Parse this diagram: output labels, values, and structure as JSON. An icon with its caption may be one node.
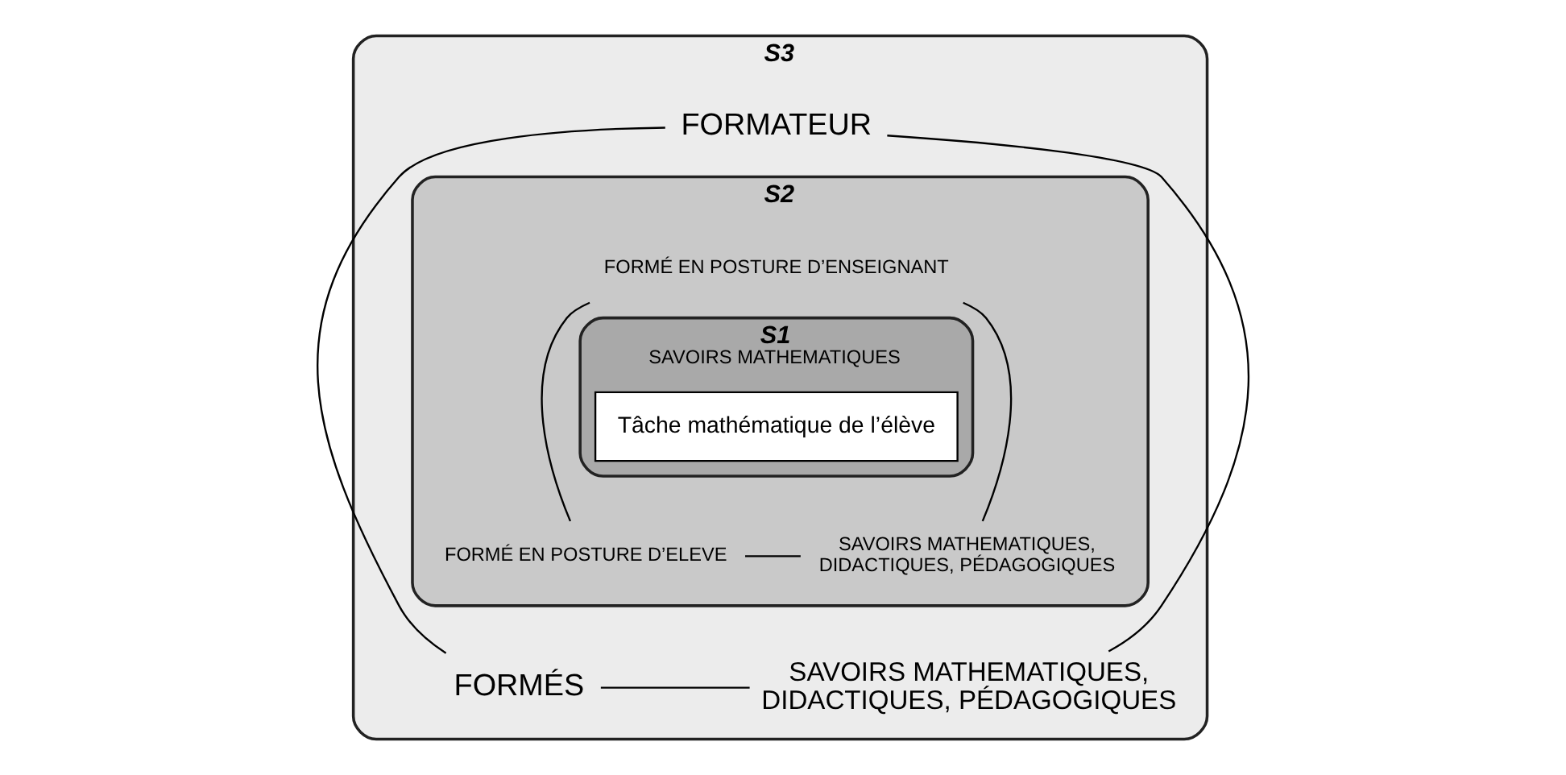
{
  "diagram": {
    "nodes": [
      {
        "text": [
          "S3"
        ]
      },
      {
        "text": [
          "FORMATEUR"
        ],
        "in": 0
      },
      {
        "text": [
          "S2"
        ],
        "in": 0
      },
      {
        "text": [
          "FORMÉ EN POSTURE D’ENSEIGNANT"
        ],
        "in": 2
      },
      {
        "text": [
          "S1",
          "SAVOIRS MATHEMATIQUES"
        ],
        "in": 2
      },
      {
        "text": [
          "Tâche mathématique de l’élève"
        ],
        "in": 4
      },
      {
        "text": [
          "FORMÉ EN POSTURE D’ELEVE"
        ],
        "in": 2
      },
      {
        "text": [
          "SAVOIRS MATHEMATIQUES, DIDACTIQUES, PÉDAGOGIQUES"
        ],
        "in": 2
      },
      {
        "text": [
          "FORMÉS"
        ],
        "in": 0
      },
      {
        "text": [
          "SAVOIRS MATHEMATIQUES, DIDACTIQUES, PÉDAGOGIQUES"
        ],
        "in": 0
      }
    ],
    "edges": [
      {
        "from": 1,
        "to": 8,
        "arrow": "none"
      },
      {
        "from": 1,
        "to": 9,
        "arrow": "none"
      },
      {
        "from": 8,
        "to": 9,
        "arrow": "none"
      },
      {
        "from": 3,
        "to": 6,
        "arrow": "none"
      },
      {
        "from": 3,
        "to": 7,
        "arrow": "none"
      },
      {
        "from": 6,
        "to": 7,
        "arrow": "none"
      }
    ]
  }
}
